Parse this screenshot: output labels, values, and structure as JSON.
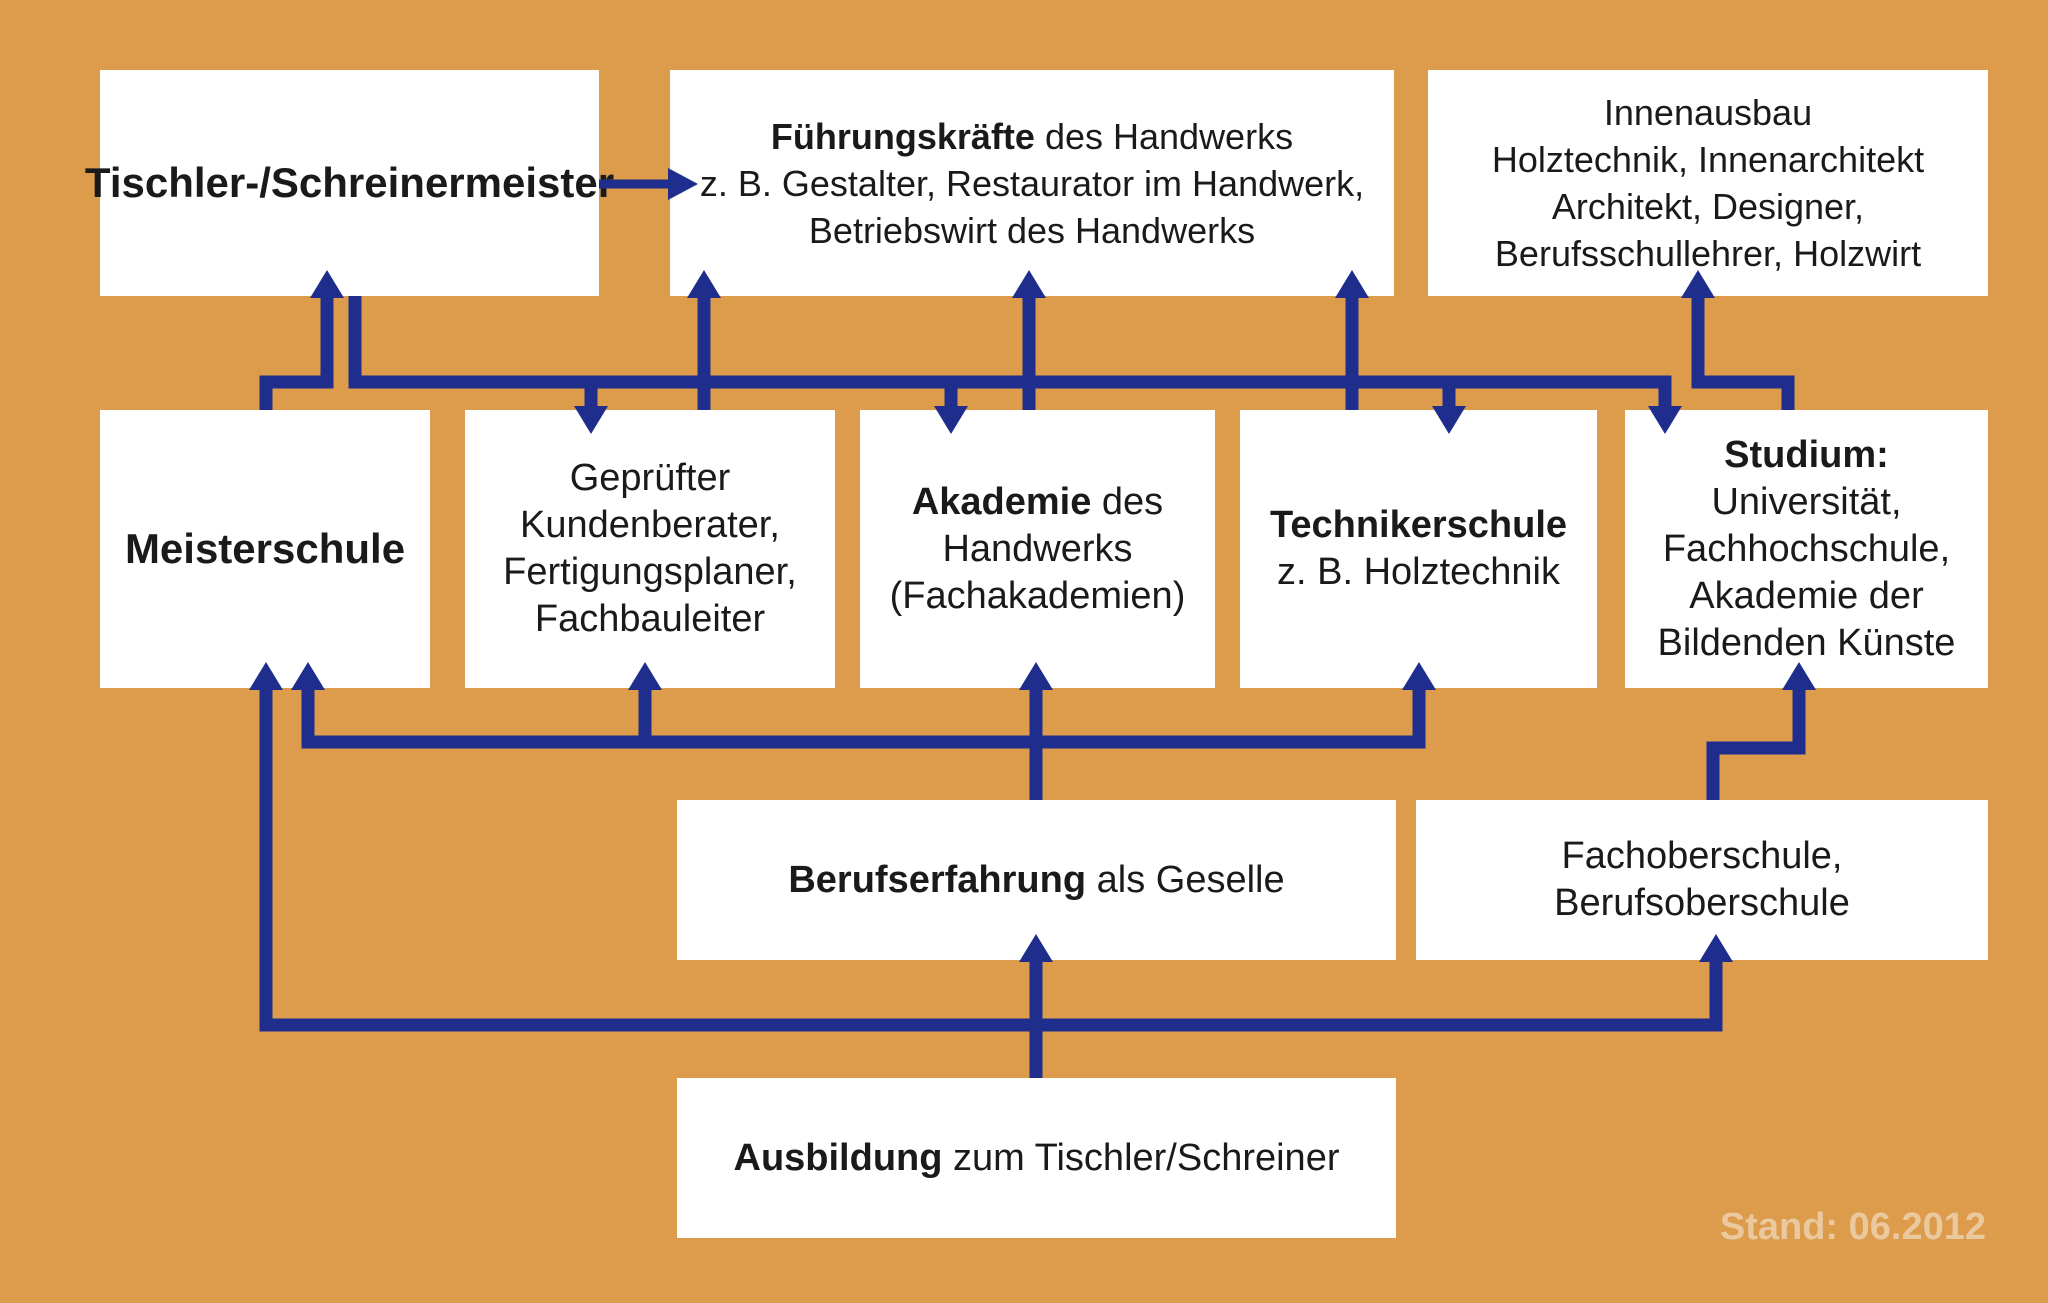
{
  "colors": {
    "background": "#DD9B4C",
    "arrow": "#1F2E8C",
    "box_background": "#FFFFFF",
    "text": "#1A1A1A",
    "watermark": "#EAC99E"
  },
  "footer": {
    "stand_label": "Stand: 06.2012"
  },
  "boxes": {
    "meister": {
      "lines": [
        {
          "bold": "Tischler-/Schreinermeister"
        }
      ]
    },
    "fuehrung": {
      "lines": [
        {
          "bold": "Führungskräfte",
          "rest": " des Handwerks"
        },
        {
          "rest": "z. B. Gestalter, Restaurator im Handwerk,"
        },
        {
          "rest": "Betriebswirt des Handwerks"
        }
      ]
    },
    "innenausbau": {
      "lines": [
        {
          "rest": "Innenausbau"
        },
        {
          "rest": "Holztechnik, Innenarchitekt"
        },
        {
          "rest": "Architekt, Designer,"
        },
        {
          "rest": "Berufsschullehrer, Holzwirt"
        }
      ]
    },
    "meisterschule": {
      "lines": [
        {
          "bold": "Meisterschule"
        }
      ]
    },
    "gepruefter": {
      "lines": [
        {
          "rest": "Geprüfter"
        },
        {
          "rest": "Kundenberater,"
        },
        {
          "rest": "Fertigungsplaner,"
        },
        {
          "rest": "Fachbauleiter"
        }
      ]
    },
    "akademie": {
      "lines": [
        {
          "bold": "Akademie",
          "rest": " des"
        },
        {
          "rest": "Handwerks"
        },
        {
          "rest": "(Fachakademien)"
        }
      ]
    },
    "technikerschule": {
      "lines": [
        {
          "bold": "Technikerschule"
        },
        {
          "rest": "z. B. Holztechnik"
        }
      ]
    },
    "studium": {
      "lines": [
        {
          "bold": "Studium:"
        },
        {
          "rest": "Universität,"
        },
        {
          "rest": "Fachhochschule,"
        },
        {
          "rest": "Akademie der"
        },
        {
          "rest": "Bildenden Künste"
        }
      ]
    },
    "berufserfahrung": {
      "lines": [
        {
          "bold": "Berufserfahrung",
          "rest": " als Geselle"
        }
      ]
    },
    "fachoberschule": {
      "lines": [
        {
          "rest": "Fachoberschule,"
        },
        {
          "rest": "Berufsoberschule"
        }
      ]
    },
    "ausbildung": {
      "lines": [
        {
          "bold": "Ausbildung",
          "rest": " zum Tischler/Schreiner"
        }
      ]
    }
  }
}
